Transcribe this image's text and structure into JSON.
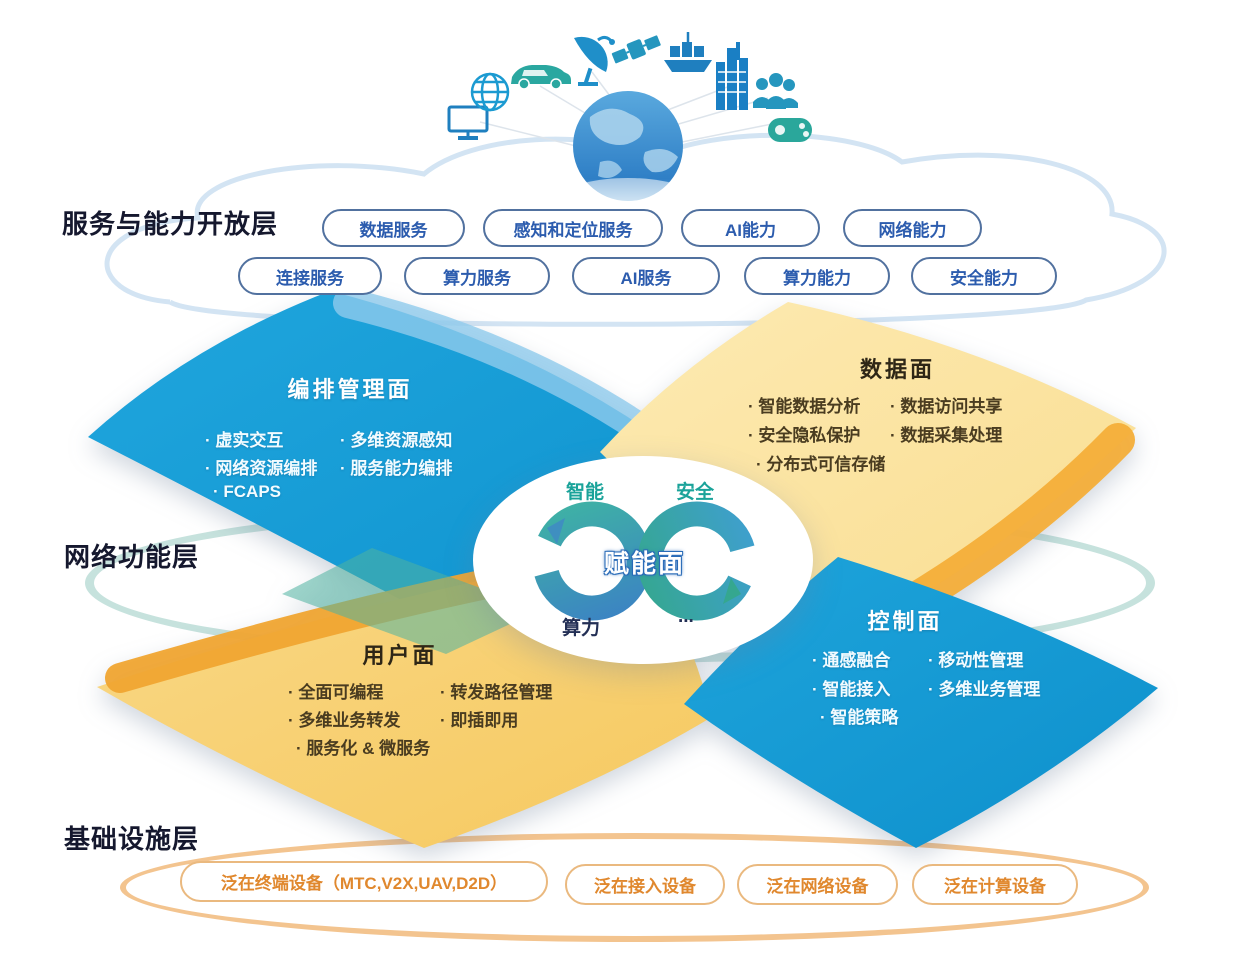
{
  "service_layer": {
    "label": "服务与能力开放层",
    "row1": [
      "数据服务",
      "感知和定位服务",
      "AI能力",
      "网络能力"
    ],
    "row2": [
      "连接服务",
      "算力服务",
      "AI服务",
      "算力能力",
      "安全能力"
    ]
  },
  "network_layer": {
    "label": "网络功能层"
  },
  "infra_layer": {
    "label": "基础设施层",
    "pills": [
      "泛在终端设备（MTC,V2X,UAV,D2D）",
      "泛在接入设备",
      "泛在网络设备",
      "泛在计算设备"
    ]
  },
  "planes": {
    "orchestration": {
      "title": "编排管理面",
      "col1": [
        "虚实交互",
        "网络资源编排",
        "FCAPS"
      ],
      "col2": [
        "多维资源感知",
        "服务能力编排"
      ]
    },
    "data": {
      "title": "数据面",
      "col1": [
        "智能数据分析",
        "安全隐私保护",
        "分布式可信存储"
      ],
      "col2": [
        "数据访问共享",
        "数据采集处理"
      ]
    },
    "user": {
      "title": "用户面",
      "col1": [
        "全面可编程",
        "多维业务转发",
        "服务化 & 微服务"
      ],
      "col2": [
        "转发路径管理",
        "即插即用"
      ]
    },
    "control": {
      "title": "控制面",
      "col1": [
        "通感融合",
        "智能接入",
        "智能策略"
      ],
      "col2": [
        "移动性管理",
        "多维业务管理"
      ]
    }
  },
  "center": {
    "title": "赋能面",
    "top_left": "智能",
    "top_right": "安全",
    "bottom_left": "算力",
    "bottom_right": "..."
  },
  "icons": [
    "monitor-icon",
    "globe-wire-icon",
    "car-icon",
    "satellite-dish-icon",
    "satellite-icon",
    "ship-icon",
    "buildings-icon",
    "people-icon",
    "gamepad-icon",
    "earth-globe-icon"
  ],
  "colors": {
    "blue_plane": "#189fd8",
    "yellow_plane": "#fbe5a4",
    "orange_accent": "#f3ac35",
    "pill_text_blue": "#2c5cae",
    "pill_text_orange": "#e0882e",
    "teal_ring": "#c6e2dd",
    "cloud_outline": "#d3e4f3",
    "orange_ring": "#f3c48f"
  }
}
